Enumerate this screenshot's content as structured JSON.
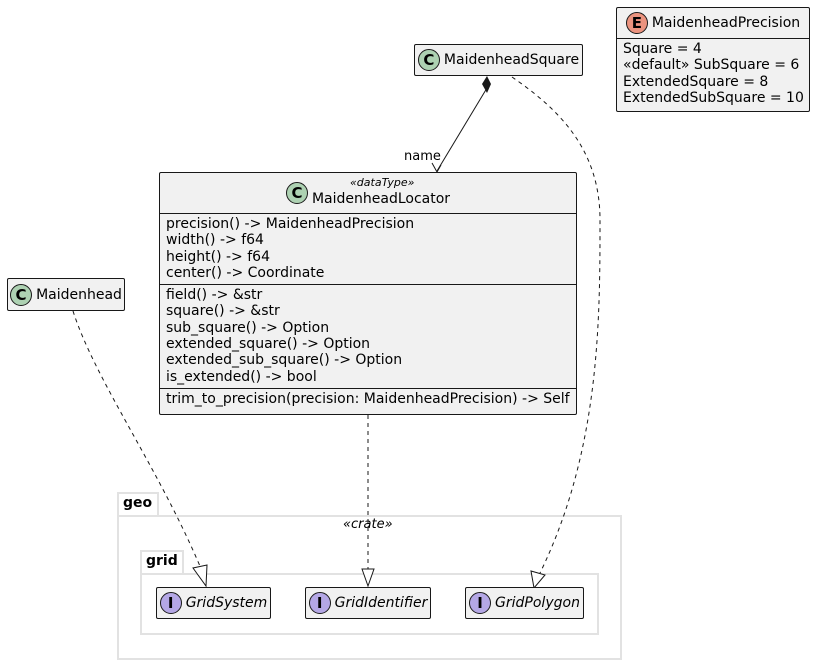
{
  "classes": {
    "maidenhead_square": {
      "icon": "C",
      "name": "MaidenheadSquare"
    },
    "maidenhead": {
      "icon": "C",
      "name": "Maidenhead"
    },
    "maidenhead_locator": {
      "icon": "C",
      "stereotype": "«dataType»",
      "name": "MaidenheadLocator",
      "group1": [
        "precision() -> MaidenheadPrecision",
        "width() -> f64",
        "height() -> f64",
        "center() -> Coordinate"
      ],
      "group2": [
        "field() -> &str",
        "square() -> &str",
        "sub_square() -> Option",
        "extended_square() -> Option",
        "extended_sub_square() -> Option",
        "is_extended() -> bool"
      ],
      "group3": [
        "trim_to_precision(precision: MaidenheadPrecision) -> Self"
      ]
    }
  },
  "enum": {
    "icon": "E",
    "name": "MaidenheadPrecision",
    "values": [
      "Square = 4",
      "«default» SubSquare = 6",
      "ExtendedSquare = 8",
      "ExtendedSubSquare = 10"
    ]
  },
  "packages": {
    "geo": {
      "name": "geo",
      "stereotype": "«crate»"
    },
    "grid": {
      "name": "grid"
    }
  },
  "interfaces": [
    {
      "icon": "I",
      "name": "GridSystem"
    },
    {
      "icon": "I",
      "name": "GridIdentifier"
    },
    {
      "icon": "I",
      "name": "GridPolygon"
    }
  ],
  "edge_labels": {
    "composition_role": "name"
  },
  "colors": {
    "class_circle": "#add1b2",
    "enum_circle": "#eb937f",
    "interface_circle": "#b4a7e5",
    "box_fill": "#f1f1f1",
    "package_border": "#e2e2e2"
  }
}
